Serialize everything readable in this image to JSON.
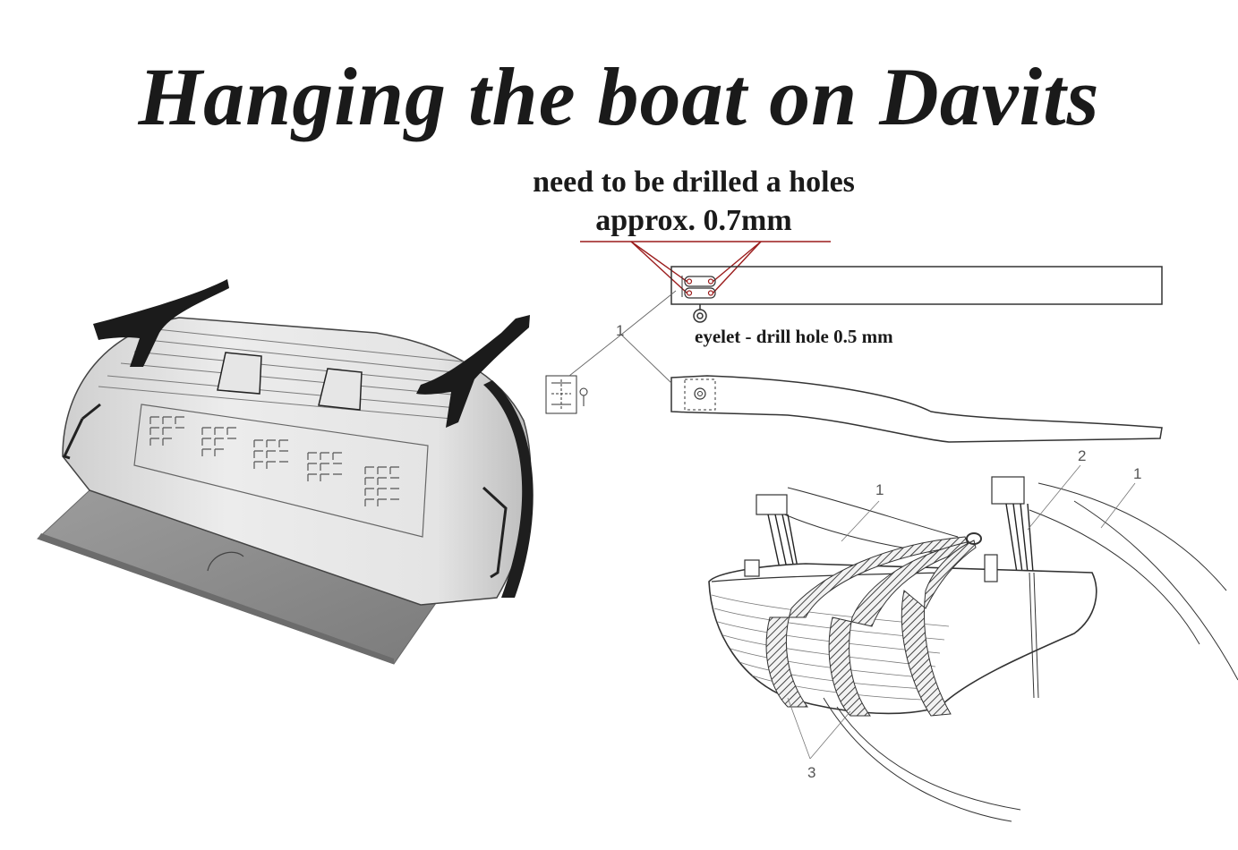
{
  "title": "Hanging the boat on Davits",
  "annotations": {
    "holes_line1": "need to be drilled a holes",
    "holes_line2": "approx. 0.7mm",
    "eyelet": "eyelet - drill hole 0.5 mm"
  },
  "callouts": {
    "davit_top": "1",
    "davit_bottom": "1",
    "boat_left": "1",
    "boat_right": "1",
    "falls": "2",
    "slings": "3"
  },
  "colors": {
    "text": "#1a1a1a",
    "leader_red": "#9b1c1c",
    "drawing": "#333333",
    "model_gray": "#d9d9d9"
  }
}
